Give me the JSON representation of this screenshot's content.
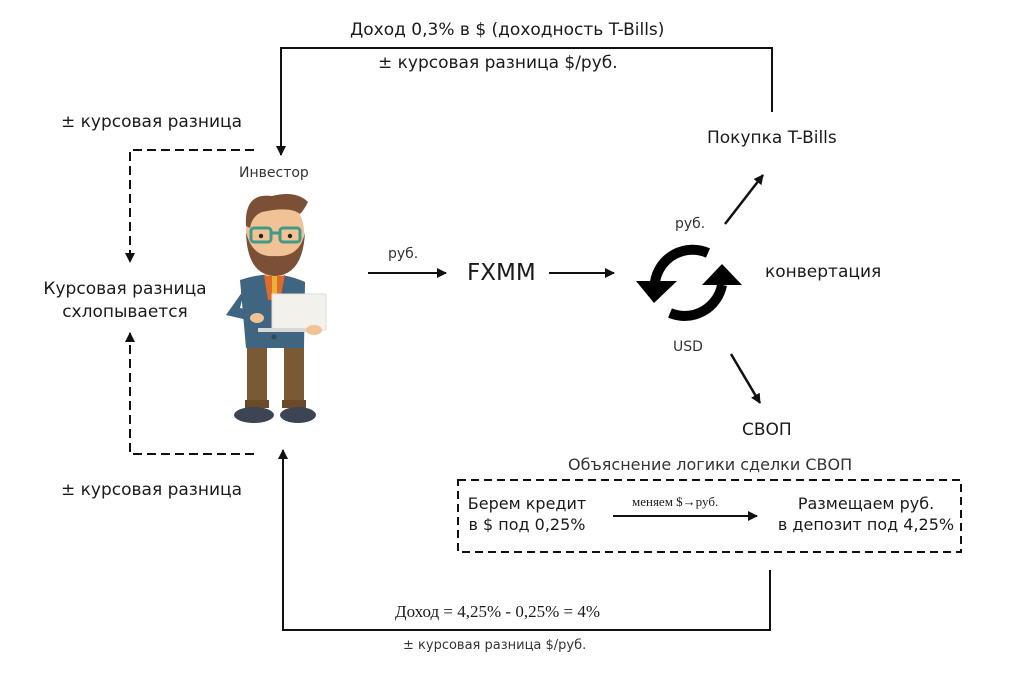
{
  "top": {
    "income_label": "Доход 0,3% в $ (доходность T-Bills)",
    "fx_diff_label": "± курсовая разница $/руб."
  },
  "left": {
    "fx_diff_top": "± курсовая разница",
    "collapse_line1": "Курсовая разница",
    "collapse_line2": "схлопывается",
    "fx_diff_bottom": "± курсовая разница"
  },
  "investor": {
    "label": "Инвестор"
  },
  "flow": {
    "rub_label": "руб.",
    "fxmm_label": "FXMM",
    "conversion_top": "руб.",
    "conversion_label": "конвертация",
    "conversion_bottom": "USD",
    "tbills_label": "Покупка T-Bills",
    "swap_label": "СВОП"
  },
  "swap_box": {
    "title": "Объяснение логики сделки СВОП",
    "left_line1": "Берем кредит",
    "left_line2": "в $ под 0,25%",
    "arrow_label": "меняем $→руб.",
    "right_line1": "Размещаем руб.",
    "right_line2": "в депозит под 4,25%"
  },
  "bottom": {
    "income_label": "Доход = 4,25% - 0,25% = 4%",
    "fx_diff_label": "± курсовая разница $/руб."
  }
}
